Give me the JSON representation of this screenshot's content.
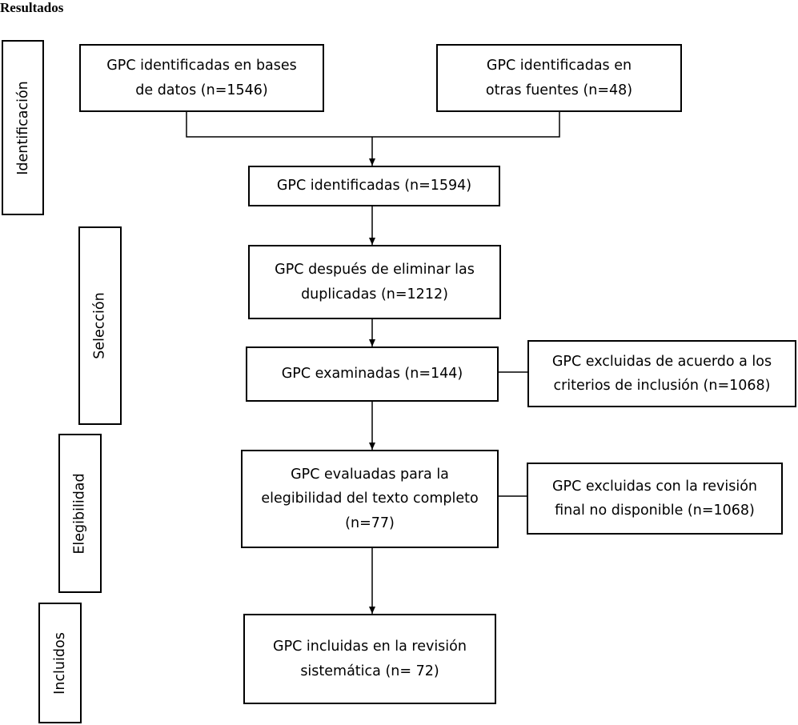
{
  "heading": "Resultados",
  "stages": {
    "identificacion": "Identificación",
    "seleccion": "Selección",
    "elegibilidad": "Elegibilidad",
    "incluidos": "Incluidos"
  },
  "boxes": {
    "bases_datos": "GPC identificadas en bases de datos (n=1546)",
    "otras_fuentes": "GPC identificadas en otras fuentes (n=48)",
    "identificadas": "GPC identificadas (n=1594)",
    "sin_duplicadas": "GPC después de eliminar las duplicadas (n=1212)",
    "examinadas": "GPC examinadas (n=144)",
    "excluidas_criterios": "GPC excluidas de acuerdo a los criterios de inclusión (n=1068)",
    "evaluadas": "GPC evaluadas para la elegibilidad del texto completo (n=77)",
    "excluidas_revision": "GPC excluidas con la revisión final no disponible (n=1068)",
    "incluidas": "GPC incluidas en la revisión sistemática (n= 72)"
  }
}
